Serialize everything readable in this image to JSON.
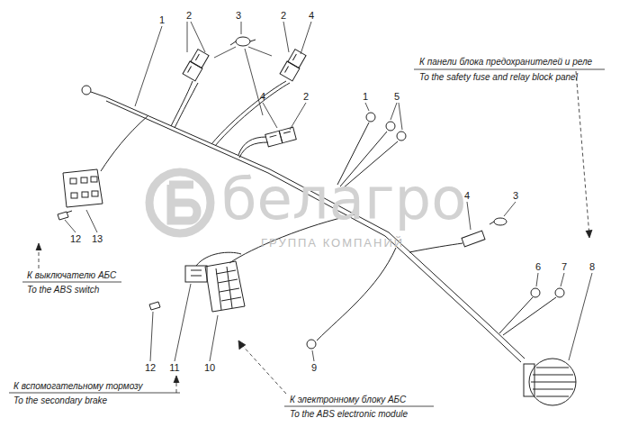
{
  "diagram": {
    "labels": [
      "1",
      "2",
      "3",
      "2",
      "4",
      "4",
      "2",
      "1",
      "5",
      "4",
      "3",
      "6",
      "7",
      "8",
      "9",
      "10",
      "11",
      "12",
      "12",
      "13",
      "К панели блока предохранителей и реле",
      "To the safety fuse and relay block panel",
      "К выключателю АБС",
      "To the ABS switch",
      "К вспомогательному тормозу",
      "To the secondary brake",
      "К электронному блоку АБС",
      "To the ABS electronic module",
      "белагро",
      "ГРУППА КОМПАНИЙ"
    ]
  }
}
